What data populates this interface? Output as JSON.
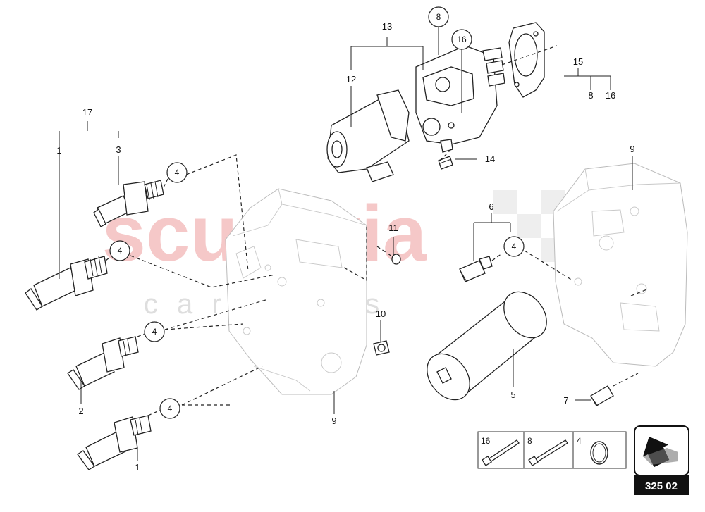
{
  "watermark": {
    "main": "scuderia",
    "sub": "c a r p a r t s"
  },
  "labels": {
    "n17": "17",
    "n1_top": "1",
    "n3": "3",
    "n2": "2",
    "n1_bottom": "1",
    "n13": "13",
    "n12": "12",
    "n14": "14",
    "n15": "15",
    "n15_a": "8",
    "n15_b": "16",
    "n11": "11",
    "n10": "10",
    "n9_center": "9",
    "n9_right": "9",
    "n6": "6",
    "n5": "5",
    "n7": "7"
  },
  "circles": {
    "c8": "8",
    "c16": "16",
    "c4_a": "4",
    "c4_b": "4",
    "c4_c": "4",
    "c4_d": "4",
    "c4_e": "4"
  },
  "legend": {
    "items": [
      "16",
      "8",
      "4"
    ]
  },
  "page_ref": {
    "label": "325 02"
  },
  "colors": {
    "watermark": "#f2b6b6",
    "watermark_sub": "#e2e2e2",
    "ink": "#111111",
    "page_ref_bg": "#111111"
  }
}
